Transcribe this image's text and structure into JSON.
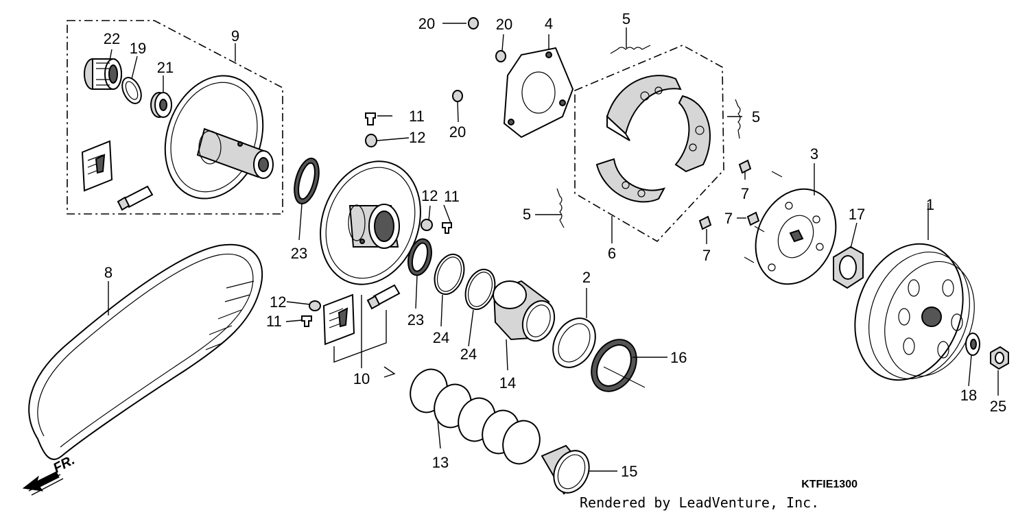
{
  "diagram": {
    "drawing_code": "KTFIE1300",
    "credit": "Rendered by LeadVenture, Inc.",
    "direction_label": "FR.",
    "callouts": [
      {
        "id": "c1",
        "label": "1"
      },
      {
        "id": "c2",
        "label": "2"
      },
      {
        "id": "c3",
        "label": "3"
      },
      {
        "id": "c4",
        "label": "4"
      },
      {
        "id": "c5a",
        "label": "5"
      },
      {
        "id": "c5b",
        "label": "5"
      },
      {
        "id": "c5c",
        "label": "5"
      },
      {
        "id": "c6",
        "label": "6"
      },
      {
        "id": "c7a",
        "label": "7"
      },
      {
        "id": "c7b",
        "label": "7"
      },
      {
        "id": "c7c",
        "label": "7"
      },
      {
        "id": "c8",
        "label": "8"
      },
      {
        "id": "c9",
        "label": "9"
      },
      {
        "id": "c10",
        "label": "10"
      },
      {
        "id": "c11a",
        "label": "11"
      },
      {
        "id": "c11b",
        "label": "11"
      },
      {
        "id": "c11c",
        "label": "11"
      },
      {
        "id": "c12a",
        "label": "12"
      },
      {
        "id": "c12b",
        "label": "12"
      },
      {
        "id": "c12c",
        "label": "12"
      },
      {
        "id": "c13",
        "label": "13"
      },
      {
        "id": "c14",
        "label": "14"
      },
      {
        "id": "c15",
        "label": "15"
      },
      {
        "id": "c16",
        "label": "16"
      },
      {
        "id": "c17",
        "label": "17"
      },
      {
        "id": "c18",
        "label": "18"
      },
      {
        "id": "c19",
        "label": "19"
      },
      {
        "id": "c20a",
        "label": "20"
      },
      {
        "id": "c20b",
        "label": "20"
      },
      {
        "id": "c20c",
        "label": "20"
      },
      {
        "id": "c21",
        "label": "21"
      },
      {
        "id": "c22",
        "label": "22"
      },
      {
        "id": "c23a",
        "label": "23"
      },
      {
        "id": "c23b",
        "label": "23"
      },
      {
        "id": "c24a",
        "label": "24"
      },
      {
        "id": "c24b",
        "label": "24"
      },
      {
        "id": "c25",
        "label": "25"
      }
    ]
  }
}
